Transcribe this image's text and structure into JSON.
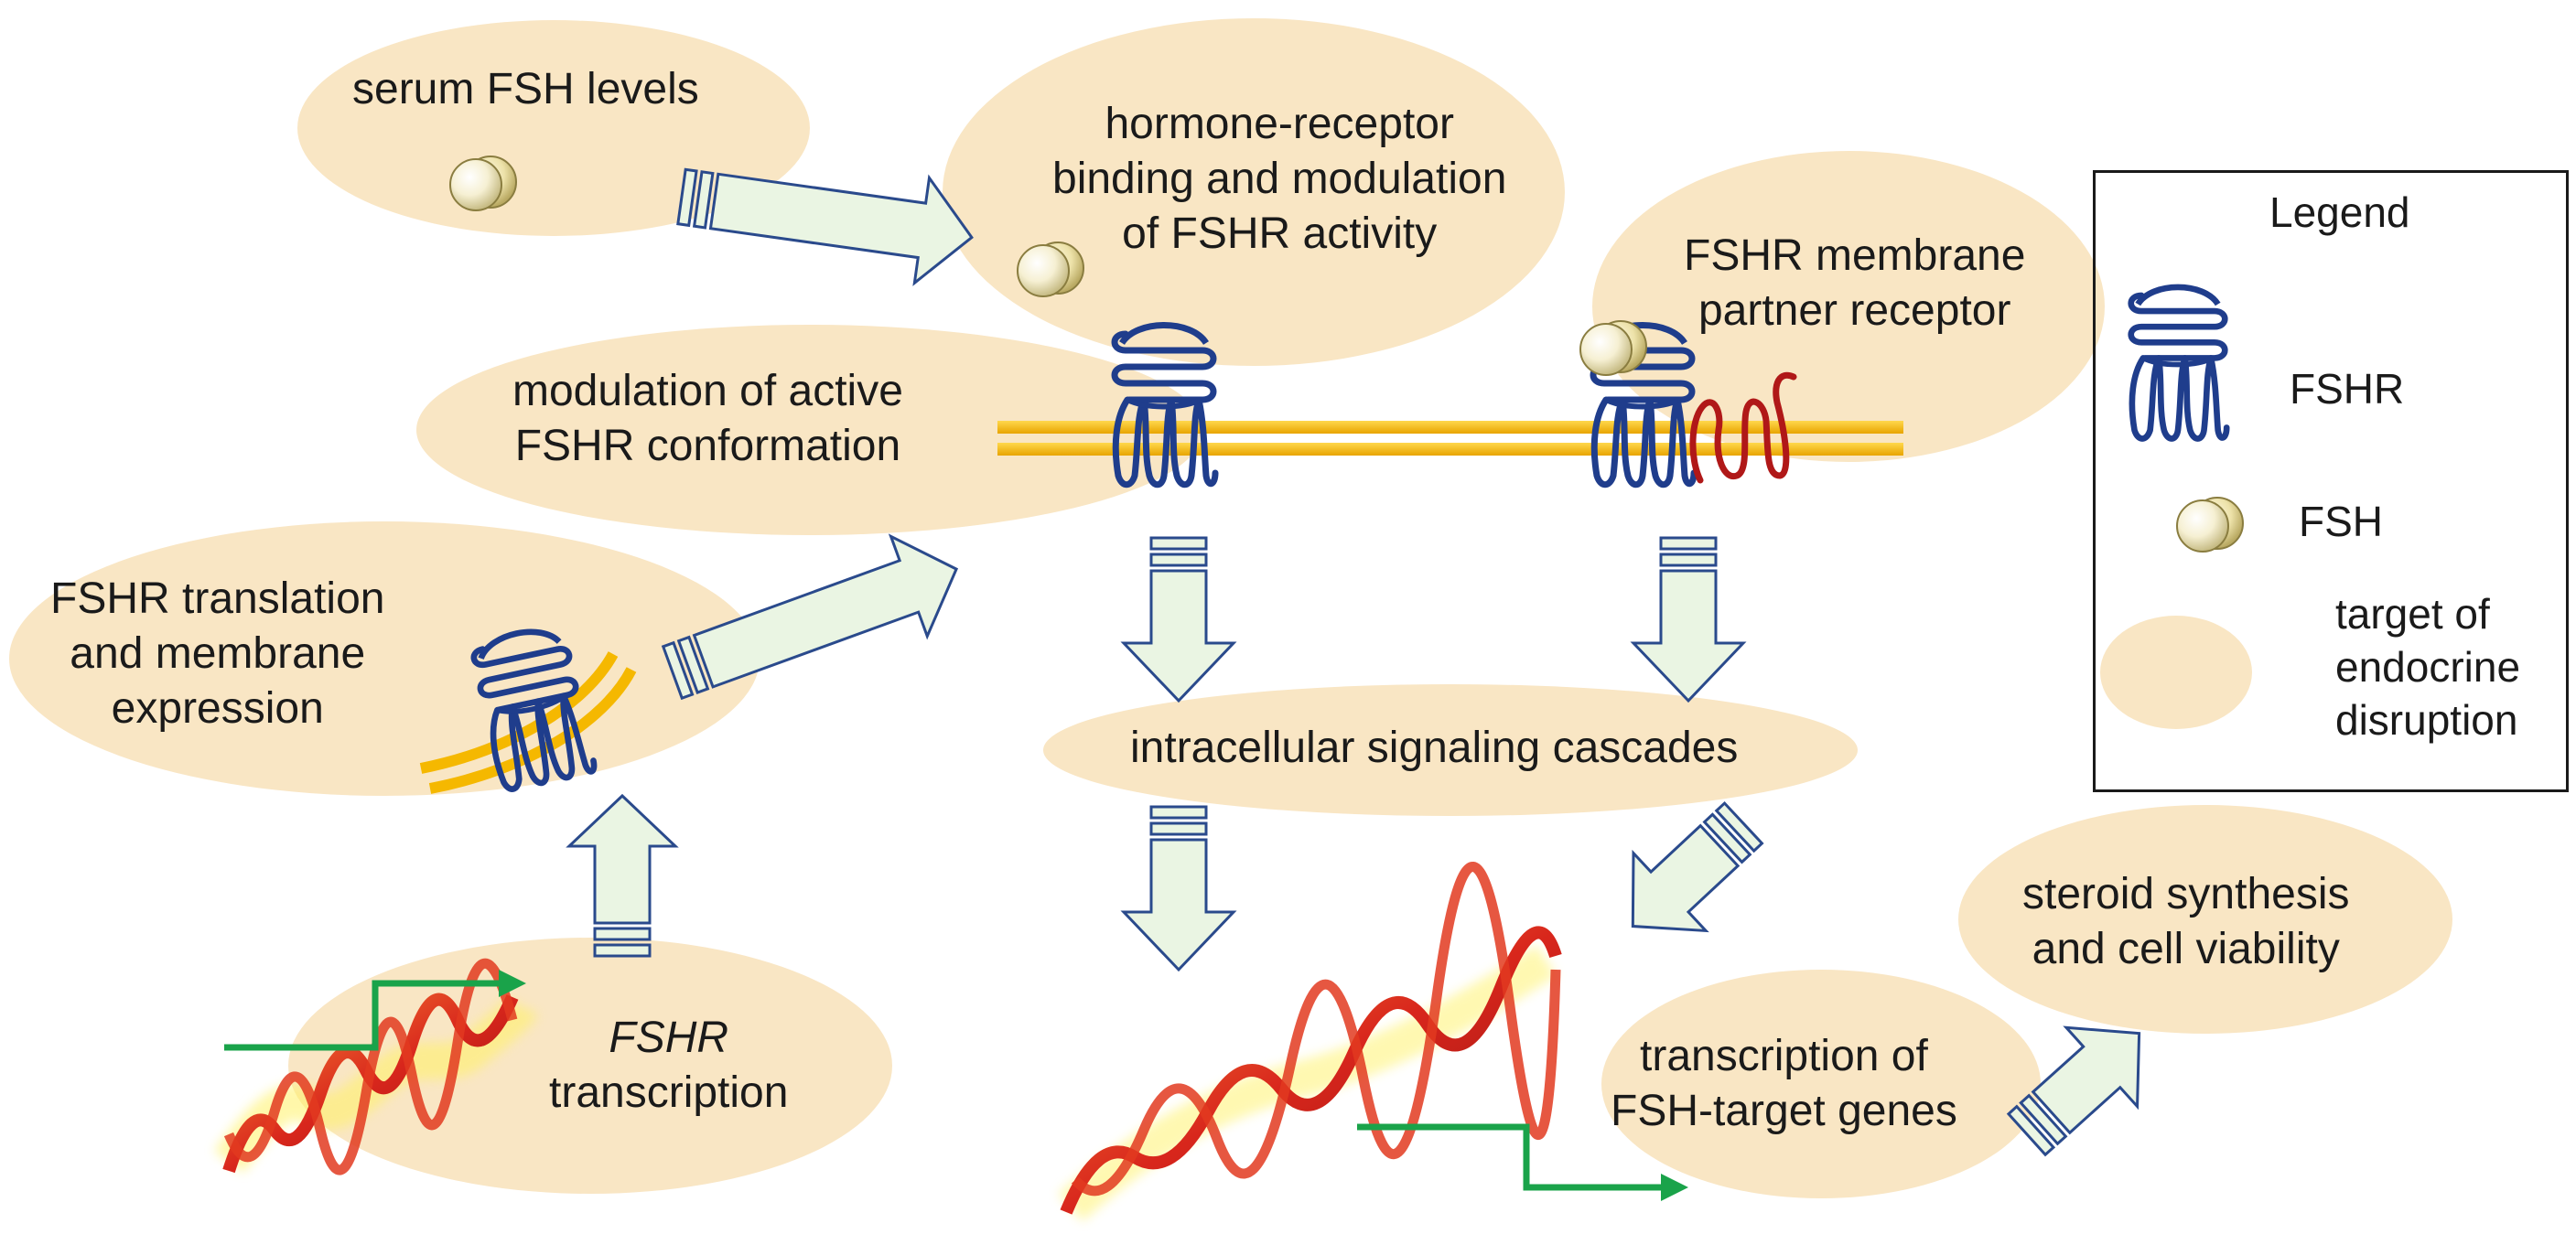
{
  "targets": {
    "serum_fsh": "serum FSH levels",
    "binding": [
      "hormone-receptor",
      "binding and modulation",
      "of FSHR activity"
    ],
    "partner": [
      "FSHR membrane",
      "partner receptor"
    ],
    "conformation": [
      "modulation of active",
      "FSHR conformation"
    ],
    "translation": [
      "FSHR translation",
      "and membrane",
      "expression"
    ],
    "signaling": "intracellular signaling cascades",
    "fshr_transcription": {
      "gene": "FSHR",
      "word": "transcription"
    },
    "target_genes": [
      "transcription of",
      "FSH-target genes"
    ],
    "steroid": [
      "steroid synthesis",
      "and cell viability"
    ]
  },
  "legend": {
    "title": "Legend",
    "fshr": "FSHR",
    "fsh": "FSH",
    "target": [
      "target of",
      "endocrine",
      "disruption"
    ]
  },
  "colors": {
    "target_fill": "#f9e6c4",
    "receptor": "#1f3d8c",
    "partner_receptor": "#b01818",
    "membrane": "#f5b800",
    "arrow_fill": "#eaf5e3",
    "arrow_stroke": "#2a4a8c",
    "transcription_arrow": "#1aa34a",
    "fsh_ball": "#f3ecc9"
  }
}
